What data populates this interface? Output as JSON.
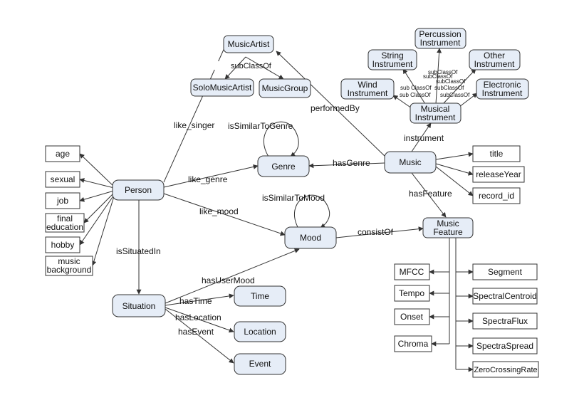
{
  "colors": {
    "class_fill": "#e6edf7",
    "stroke": "#333333",
    "attr_fill": "#ffffff",
    "text": "#111111"
  },
  "nodes": {
    "music_artist": "MusicArtist",
    "solo_music_artist": "SoloMusicArtist",
    "music_group": "MusicGroup",
    "percussion_instrument": [
      "Percussion",
      "Instrument"
    ],
    "string_instrument": [
      "String",
      "Instrument"
    ],
    "other_instrument": [
      "Other",
      "Instrument"
    ],
    "wind_instrument": [
      "Wind",
      "Instrument"
    ],
    "electronic_instrument": [
      "Electronic",
      "Instrument"
    ],
    "musical_instrument": [
      "Musical",
      "Instrument"
    ],
    "genre": "Genre",
    "music": "Music",
    "person": "Person",
    "mood": "Mood",
    "music_feature": [
      "Music",
      "Feature"
    ],
    "situation": "Situation",
    "time": "Time",
    "location": "Location",
    "event": "Event"
  },
  "attributes": {
    "age": "age",
    "sexual": "sexual",
    "job": "job",
    "final_education": [
      "final",
      "education"
    ],
    "hobby": "hobby",
    "music_background": [
      "music",
      "background"
    ],
    "title": "title",
    "release_year": "releaseYear",
    "record_id": "record_id",
    "mfcc": "MFCC",
    "tempo": "Tempo",
    "onset": "Onset",
    "chroma": "Chroma",
    "segment": "Segment",
    "spectral_centroid": "SpectralCentroid",
    "spectra_flux": "SpectraFlux",
    "spectra_spread": "SpectraSpread",
    "zero_crossing_rate": "ZeroCrossingRate"
  },
  "edges": {
    "sub_class_of": "subClassOf",
    "sub_class_of_spaced": "sub ClassOf",
    "performed_by": "performedBy",
    "instrument": "instrument",
    "like_singer": "like_singer",
    "is_similar_to_genre": "isSimilarToGenre",
    "like_genre": "like_genre",
    "has_genre": "hasGenre",
    "is_similar_to_mood": "isSimilarToMood",
    "like_mood": "like_mood",
    "has_feature": "hasFeature",
    "consist_of": "consistOf",
    "is_situated_in": "isSituatedIn",
    "has_user_mood": "hasUserMood",
    "has_time": "hasTime",
    "has_location": "hasLocation",
    "has_event": "hasEvent"
  }
}
